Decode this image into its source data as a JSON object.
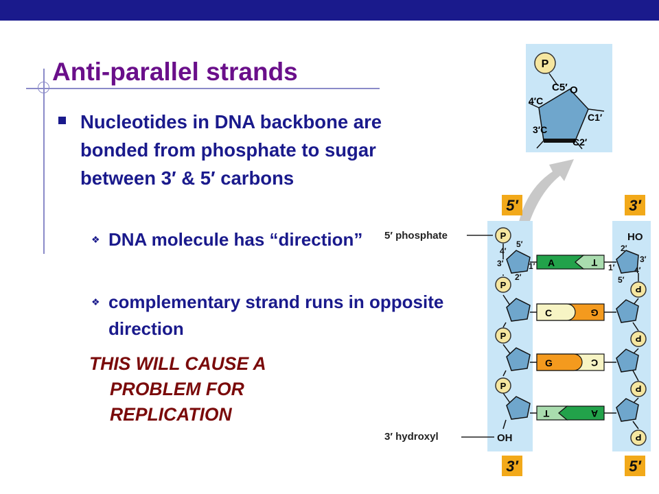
{
  "slide": {
    "title": "Anti-parallel strands",
    "bullet": "Nucleotides in DNA backbone are bonded from phosphate to sugar between 3′ & 5′ carbons",
    "sub_bullets": [
      "DNA molecule has “direction”",
      "complementary strand runs in opposite direction"
    ],
    "note_lines": [
      "THIS WILL CAUSE A",
      "PROBLEM FOR",
      "REPLICATION"
    ]
  },
  "diagram": {
    "end_labels": {
      "left_top": "5′",
      "right_top": "3′",
      "left_bottom": "3′",
      "right_bottom": "5′"
    },
    "callouts": {
      "phosphate": "5′ phosphate",
      "hydroxyl": "3′ hydroxyl"
    },
    "base_pairs": [
      {
        "left": "A",
        "right": "T"
      },
      {
        "left": "C",
        "right": "G"
      },
      {
        "left": "G",
        "right": "C"
      },
      {
        "left": "T",
        "right": "A"
      }
    ],
    "phosphate_symbol": "P",
    "left_end_group": "OH",
    "right_end_group": "HO",
    "sugar_labels": {
      "c5": "C5′",
      "o": "O",
      "c4": "4′C",
      "c1": "C1′",
      "c3": "3′C",
      "c2": "C2′"
    },
    "strand_carbon_labels": {
      "l5": "5′",
      "l4": "4′",
      "l3": "3′",
      "l2": "2′",
      "l1": "1′",
      "r2": "2′",
      "r3": "3′",
      "r4": "4′",
      "r1": "1′",
      "r5": "5′"
    },
    "colors": {
      "strand_bg": "#c9e6f7",
      "sugar": "#6fa6cc",
      "phosphate": "#f5e6a0",
      "end_label_bg": "#f2a91a",
      "adenine": "#22a24a",
      "thymine": "#a9dcae",
      "cytosine": "#f7f4c4",
      "guanine": "#f49a1e"
    }
  }
}
